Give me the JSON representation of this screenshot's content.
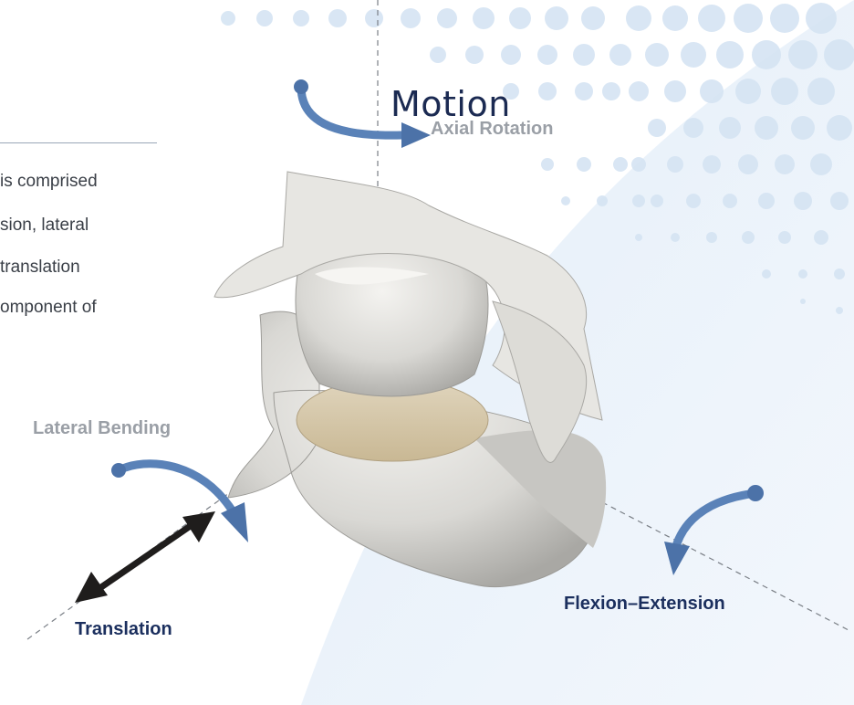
{
  "title": "Motion",
  "body_lines": [
    "is comprised",
    "sion, lateral",
    "translation",
    "omponent of"
  ],
  "labels": {
    "axial_rotation": "Axial Rotation",
    "lateral_bending": "Lateral Bending",
    "flexion_extension": "Flexion–Extension",
    "translation": "Translation"
  },
  "colors": {
    "title": "#1b2a52",
    "accent_arrow": "#5a82b8",
    "translation_arrow": "#1f1d1c",
    "grey_label": "#9a9fa6",
    "navy_label": "#1b2f5e",
    "panel": "#eaf2fb"
  }
}
